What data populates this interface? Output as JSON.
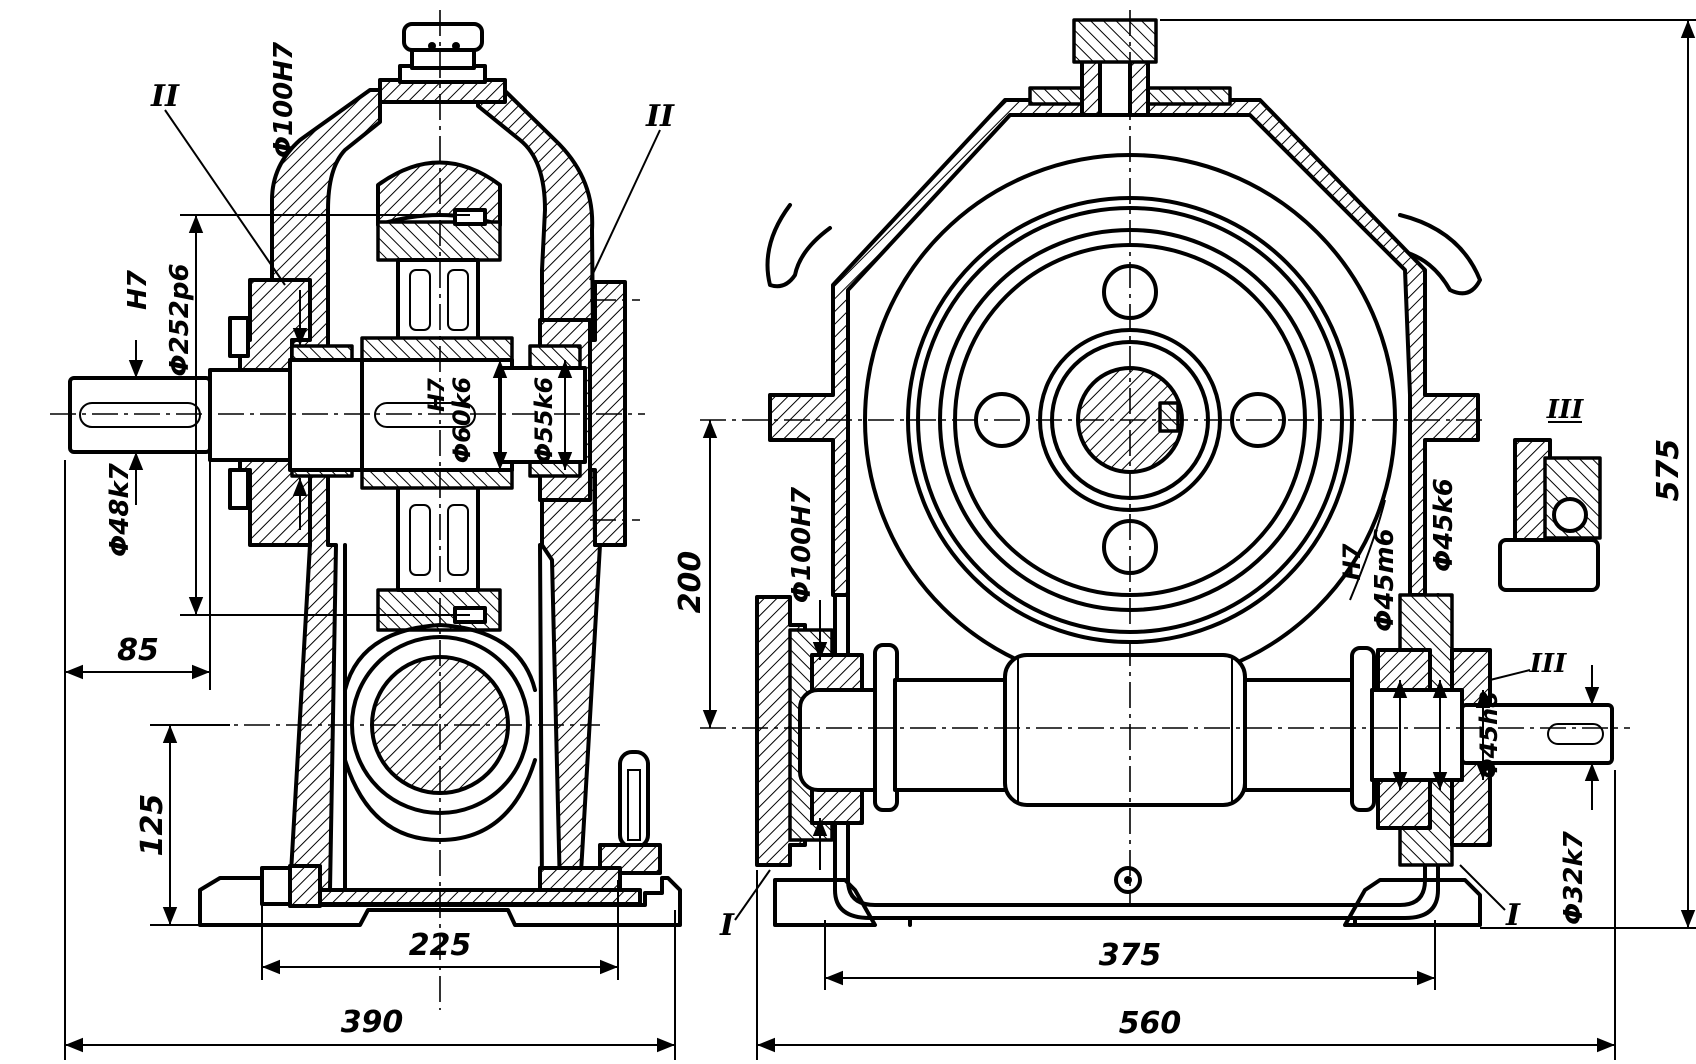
{
  "side_view": {
    "dims": {
      "total_width": "390",
      "base_bolts": "225",
      "shaft_ext": "85",
      "axis_height": "125",
      "shaft_dia": "Φ48k7",
      "cover_dia": "Φ252p6",
      "cover_fit": "H7",
      "bore_dia": "Φ100H7",
      "hub_dia": "Φ60k6",
      "hub_fit": "H7",
      "bearing_dia": "Φ55k6"
    },
    "callouts": [
      "II",
      "II"
    ]
  },
  "front_view": {
    "dims": {
      "total_width": "560",
      "base_bolts": "375",
      "center_distance": "200",
      "total_height": "575",
      "bore_dia": "Φ100H7",
      "seat_dia": "Φ45m6",
      "seat_fit": "H7",
      "bearing_dia": "Φ45k6",
      "seal_dia": "Φ45h8",
      "shaft_dia": "Φ32k7"
    },
    "callouts": [
      "I",
      "I",
      "III",
      "III"
    ]
  }
}
